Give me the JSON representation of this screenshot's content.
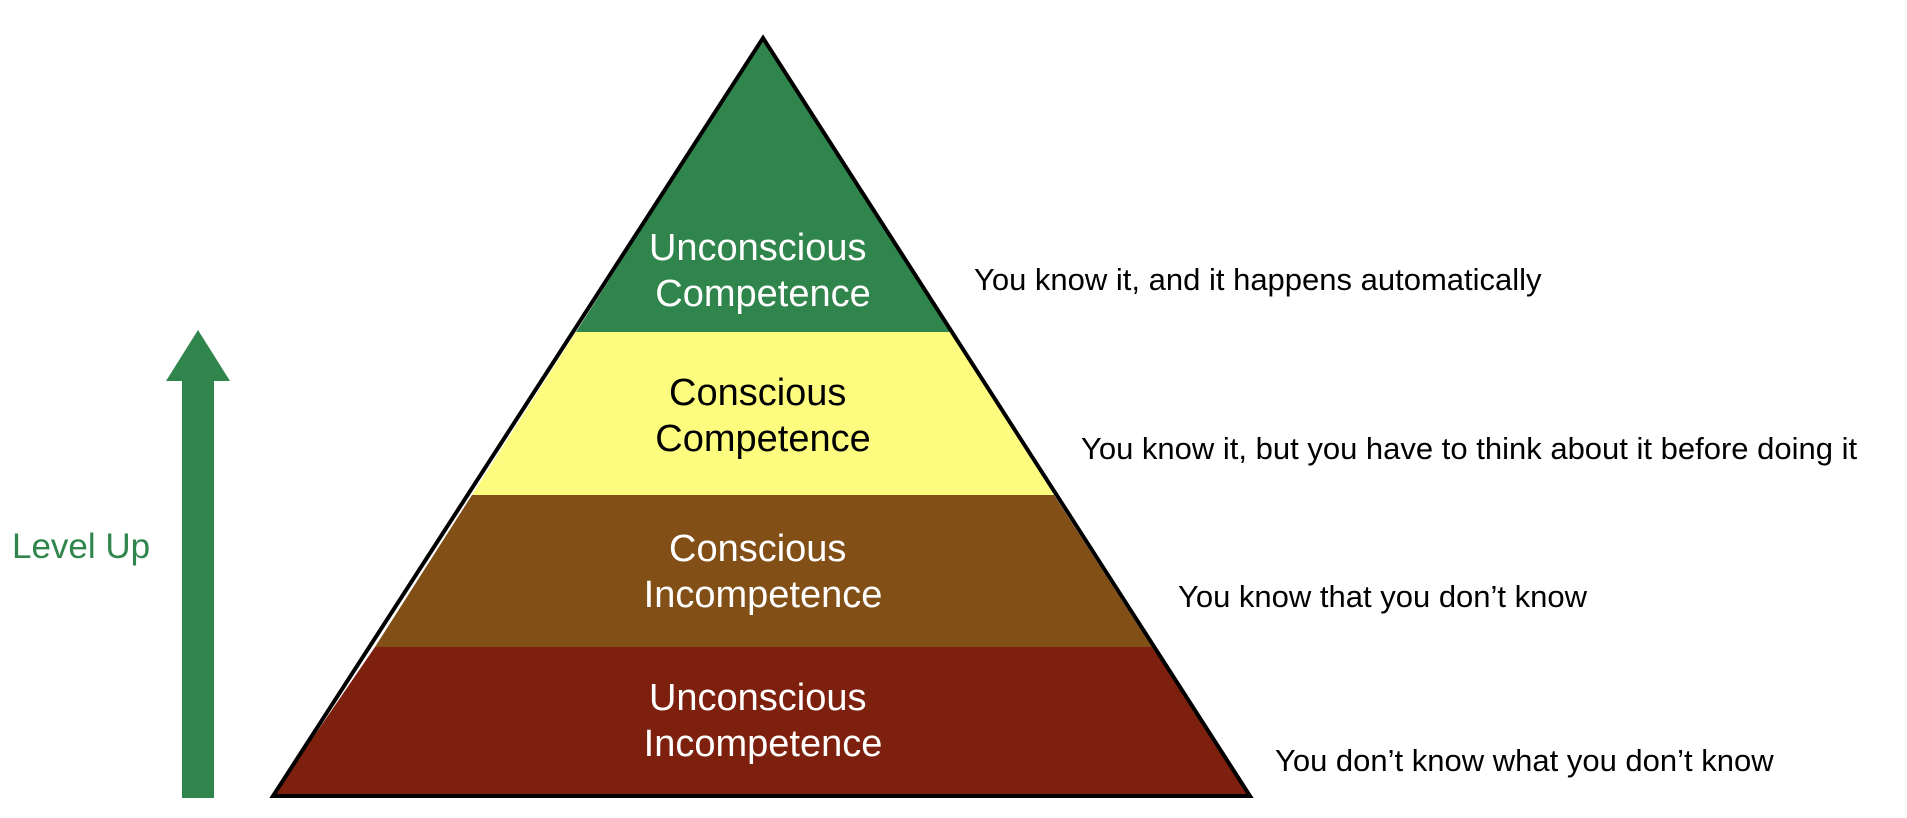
{
  "levels": [
    {
      "name_line1": "Unconscious",
      "name_line2": "Competence",
      "description": "You know it, and it happens automatically",
      "fill": "#30854d",
      "text_color": "#ffffff"
    },
    {
      "name_line1": "Conscious",
      "name_line2": "Competence",
      "description": "You know it, but you have to think about it before doing it",
      "fill": "#fdfc7e",
      "text_color": "#000000"
    },
    {
      "name_line1": "Conscious",
      "name_line2": "Incompetence",
      "description": "You know that you don’t know",
      "fill": "#824f17",
      "text_color": "#ffffff"
    },
    {
      "name_line1": "Unconscious",
      "name_line2": "Incompetence",
      "description": "You don’t know what you don’t know",
      "fill": "#7d200e",
      "text_color": "#ffffff"
    }
  ],
  "progress_arrow": {
    "label": "Level Up",
    "color": "#30854d",
    "icon": "arrow-up-icon"
  }
}
